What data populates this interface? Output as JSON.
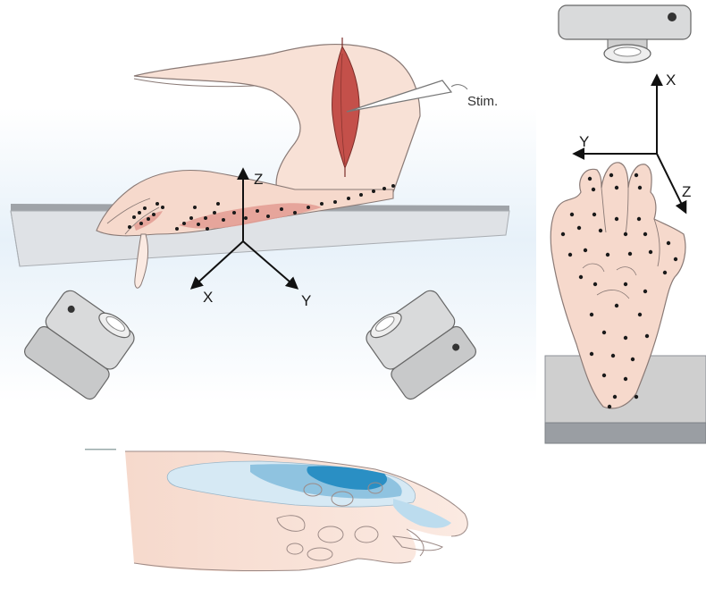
{
  "labels": {
    "stim": "Stim.",
    "main_axes": {
      "x": "X",
      "y": "Y",
      "z": "Z"
    },
    "right_axes": {
      "x": "X",
      "y": "Y",
      "z": "Z"
    }
  },
  "colors": {
    "skin": "#f6d9cc",
    "skin_outline": "#8a7a76",
    "muscle": "#c4504a",
    "muscle_light": "#e8a29a",
    "glass_top": "#9fa3a8",
    "glass_front": "#dfe2e6",
    "glass_shadow": "#dde8f2",
    "camera_body": "#d9dadb",
    "camera_outline": "#666666",
    "electrode_dot": "#1a1a1a",
    "map_light_blue": "#d6e9f4",
    "map_mid_blue": "#8fc3e0",
    "map_deep_blue": "#2a8fc4",
    "platform_top": "#cfcfcf",
    "platform_side": "#9a9ea3"
  }
}
